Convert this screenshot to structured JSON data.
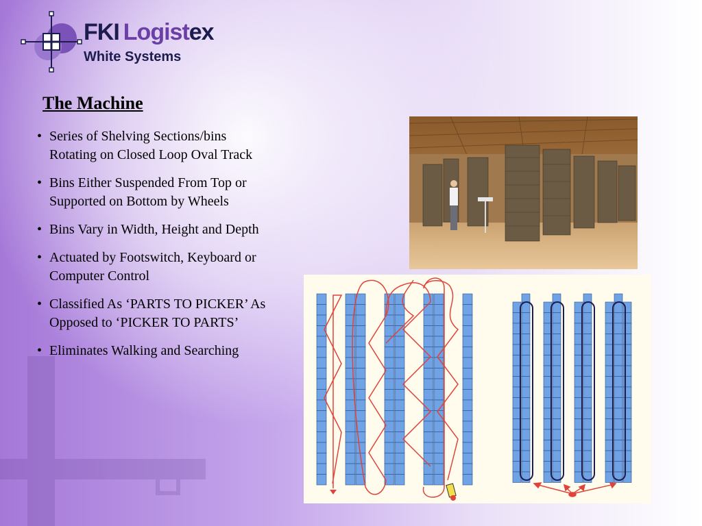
{
  "logo": {
    "brand_fki": "FKI",
    "brand_logist": "Logist",
    "brand_ex": "ex",
    "subtitle": "White Systems"
  },
  "slide": {
    "title": "The Machine",
    "bullet_char": "•",
    "bullets": [
      "Series of Shelving Sections/bins Rotating on Closed Loop Oval Track",
      "Bins Either Suspended From Top or Supported on Bottom by Wheels",
      "Bins Vary in Width, Height and Depth",
      "Actuated by Footswitch, Keyboard or Computer Control",
      "Classified As ‘PARTS TO PICKER’ As Opposed to ‘PICKER TO PARTS’",
      "Eliminates Walking and Searching"
    ]
  },
  "colors": {
    "bin_fill": "#6fa3e6",
    "bin_stroke": "#2d4f86",
    "path_red": "#e0433a",
    "logo_navy": "#1c1c4e",
    "logo_purple": "#6a3fa6"
  }
}
